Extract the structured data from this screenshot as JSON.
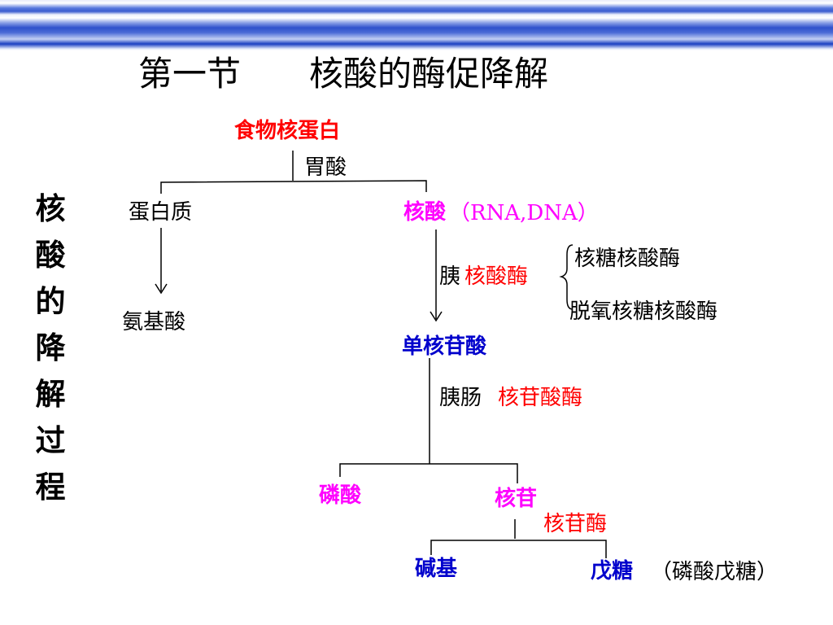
{
  "title": "第一节　　核酸的酶促降解",
  "side_title": "核酸的降解过程",
  "nodes": {
    "food_protein": "食物核蛋白",
    "stomach_acid": "胃酸",
    "protein": "蛋白质",
    "nucleic_acid": "核酸",
    "nucleic_acid_types": "（RNA,DNA）",
    "amino_acid": "氨基酸",
    "pancreas": "胰",
    "nuclease": "核酸酶",
    "rnase": "核糖核酸酶",
    "dnase": "脱氧核糖核酸酶",
    "nucleotide": "单核苷酸",
    "pancreas_intestine": "胰肠",
    "nucleotidase": "核苷酸酶",
    "phosphate": "磷酸",
    "nucleoside": "核苷",
    "nucleosidase": "核苷酶",
    "base": "碱基",
    "pentose": "戊糖",
    "pentose_phosphate": "（磷酸戊糖）"
  },
  "colors": {
    "red": "#ff0000",
    "magenta": "#ff00ff",
    "blue": "#0000cc",
    "black": "#000000"
  }
}
